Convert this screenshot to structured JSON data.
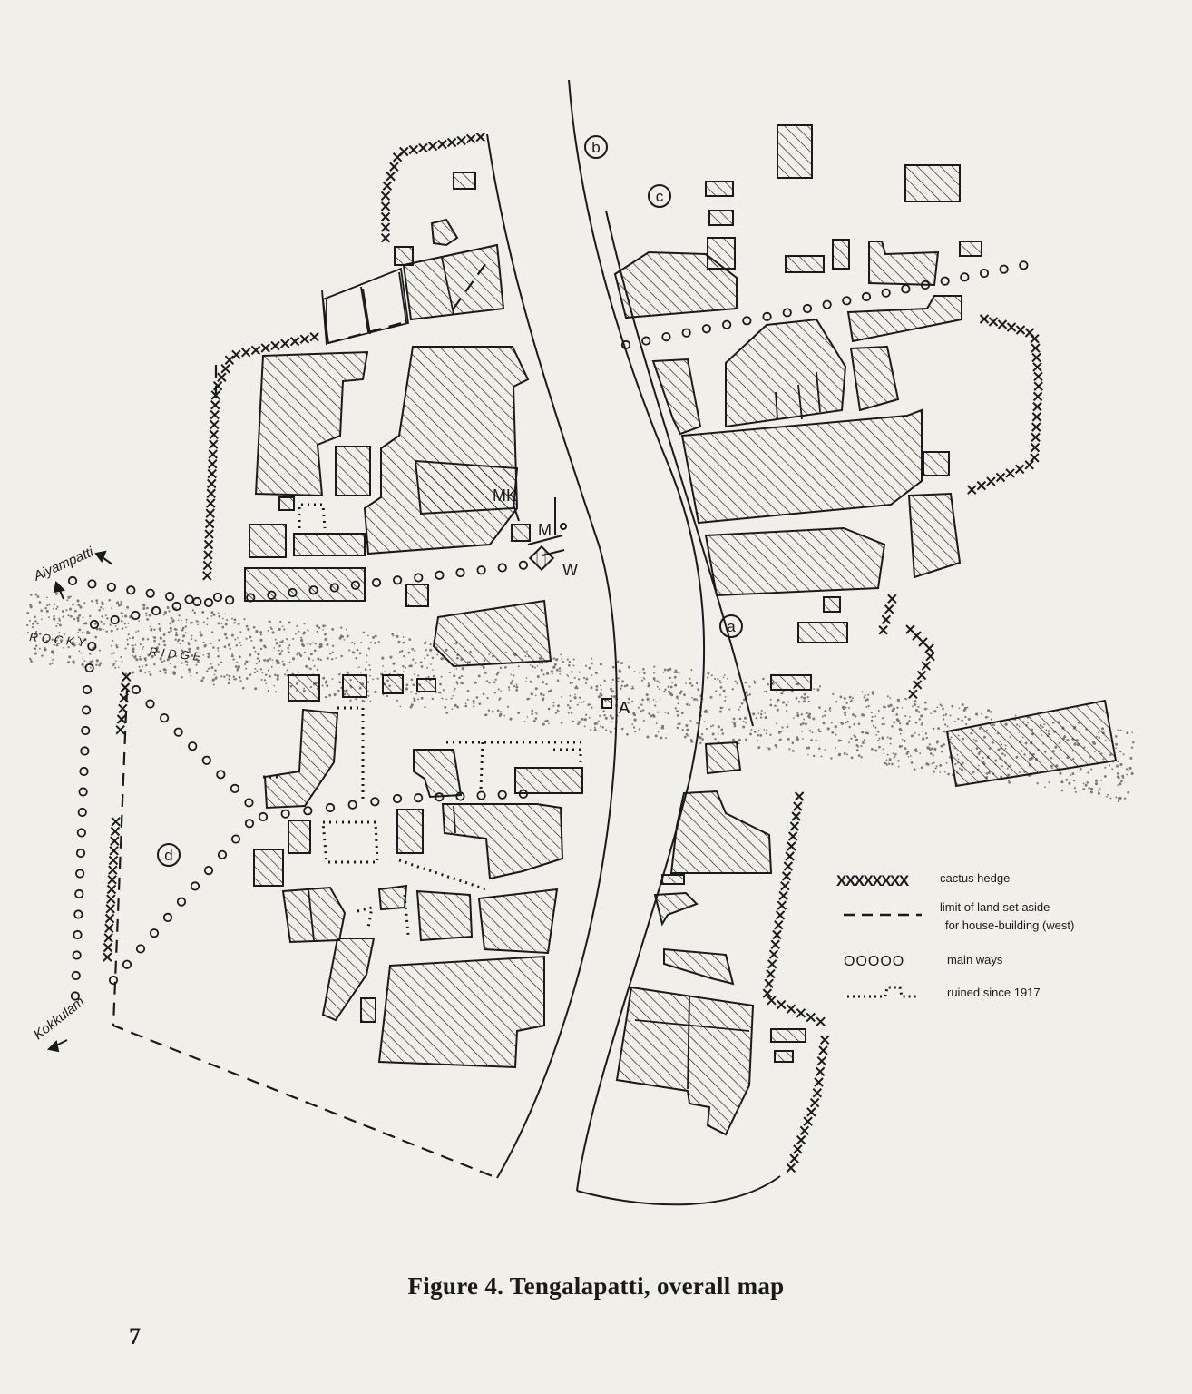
{
  "figure": {
    "caption": "Figure 4. Tengalapatti, overall map",
    "page_number": "7"
  },
  "map_labels": {
    "road_b": "b",
    "area_c": "c",
    "road_a": "a",
    "area_d": "d",
    "mk": "MK",
    "m": "M",
    "w": "W",
    "a_point": "A",
    "aiyampatti": "Aiyampatti",
    "kokkulam": "Kokkulam",
    "rocky": "ROCKY",
    "ridge": "RIDGE"
  },
  "legend": {
    "cactus": {
      "symbol": "XXXXXXXX",
      "label": "cactus hedge"
    },
    "limit": {
      "label_line1": "limit of land set aside",
      "label_line2": "for house-building (west)"
    },
    "ways": {
      "symbol": "OOOOO",
      "label": "main ways"
    },
    "ruined": {
      "label": "ruined since 1917"
    }
  },
  "colors": {
    "paper": "#f1efea",
    "ink": "#1a1a1a"
  }
}
